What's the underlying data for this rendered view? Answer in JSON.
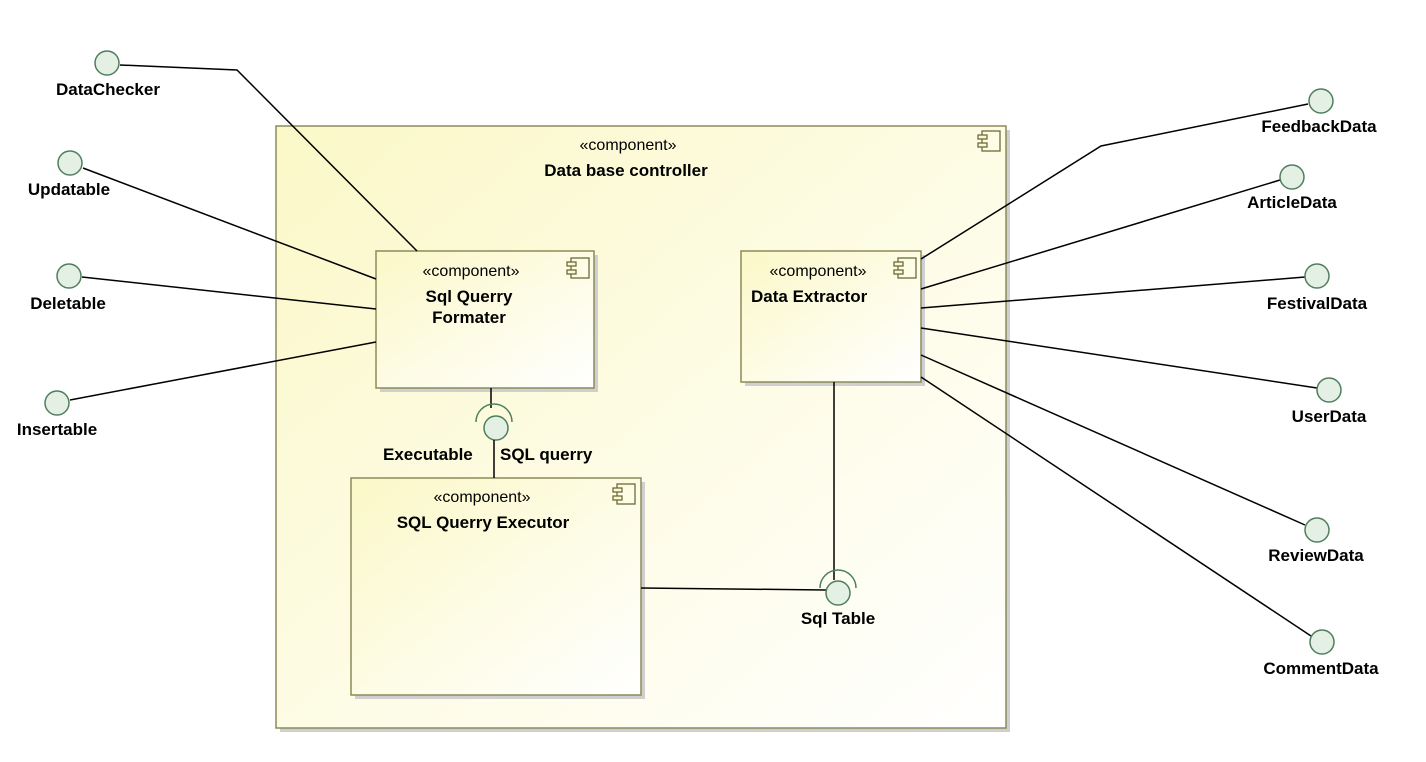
{
  "colors": {
    "component_fill_light": "#ffffff",
    "component_fill_dark": "#fbf8c8",
    "component_border": "#8b8b5a",
    "shadow": "#cfcfcf",
    "line": "#000000",
    "port_fill": "#e4f0e4",
    "port_stroke": "#4f7f5f"
  },
  "outer": {
    "stereotype": "«component»",
    "name": "Data base controller"
  },
  "formatter": {
    "stereotype": "«component»",
    "name_line1": "Sql Querry",
    "name_line2": "Formater"
  },
  "extractor": {
    "stereotype": "«component»",
    "name": "Data Extractor"
  },
  "executor": {
    "stereotype": "«component»",
    "name": "SQL Querry Executor"
  },
  "interfaces": {
    "executable": "Executable",
    "sql_querry": "SQL querry",
    "sql_table": "Sql Table"
  },
  "left_ports": [
    {
      "label": "DataChecker"
    },
    {
      "label": "Updatable"
    },
    {
      "label": "Deletable"
    },
    {
      "label": "Insertable"
    }
  ],
  "right_ports": [
    {
      "label": "FeedbackData"
    },
    {
      "label": "ArticleData"
    },
    {
      "label": "FestivalData"
    },
    {
      "label": "UserData"
    },
    {
      "label": "ReviewData"
    },
    {
      "label": "CommentData"
    }
  ]
}
